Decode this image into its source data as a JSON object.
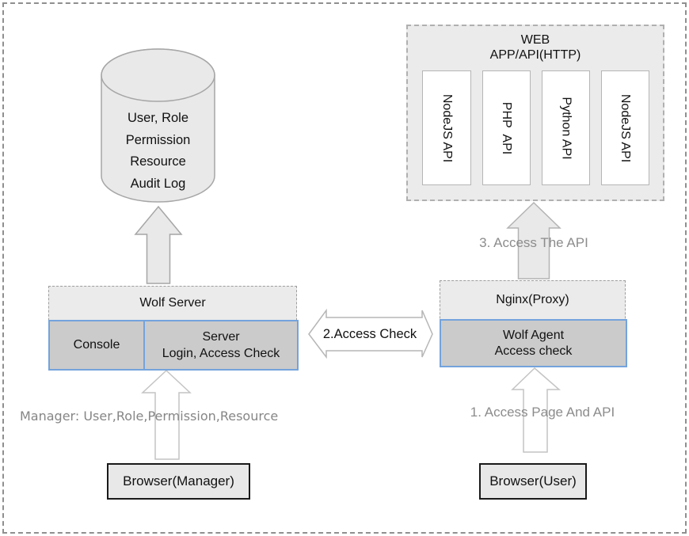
{
  "database": {
    "line1": "User, Role",
    "line2": "Permission",
    "line3": "Resource",
    "line4": "Audit Log"
  },
  "web": {
    "title1": "WEB",
    "title2": "APP/API(HTTP)",
    "api1": "NodeJS API",
    "api2": "PHP  API",
    "api3": "Python API",
    "api4": "NodeJS API"
  },
  "wolf_server": {
    "title": "Wolf Server",
    "console": "Console",
    "server1": "Server",
    "server2": "Login, Access Check"
  },
  "nginx": {
    "title": "Nginx(Proxy)",
    "agent1": "Wolf Agent",
    "agent2": "Access check"
  },
  "flows": {
    "step1": "1. Access Page And API",
    "step2": "2.Access Check",
    "step3": "3. Access The API",
    "manager_note": "Manager: User,Role,Permission,Resource"
  },
  "browsers": {
    "manager": "Browser(Manager)",
    "user": "Browser(User)"
  },
  "colors": {
    "accent_blue": "#74a3dc",
    "container_bg": "#ebebeb",
    "cell_bg": "#cbcbcb",
    "shape_fill": "#e9e9e9",
    "muted_text": "#8c8c8c"
  }
}
